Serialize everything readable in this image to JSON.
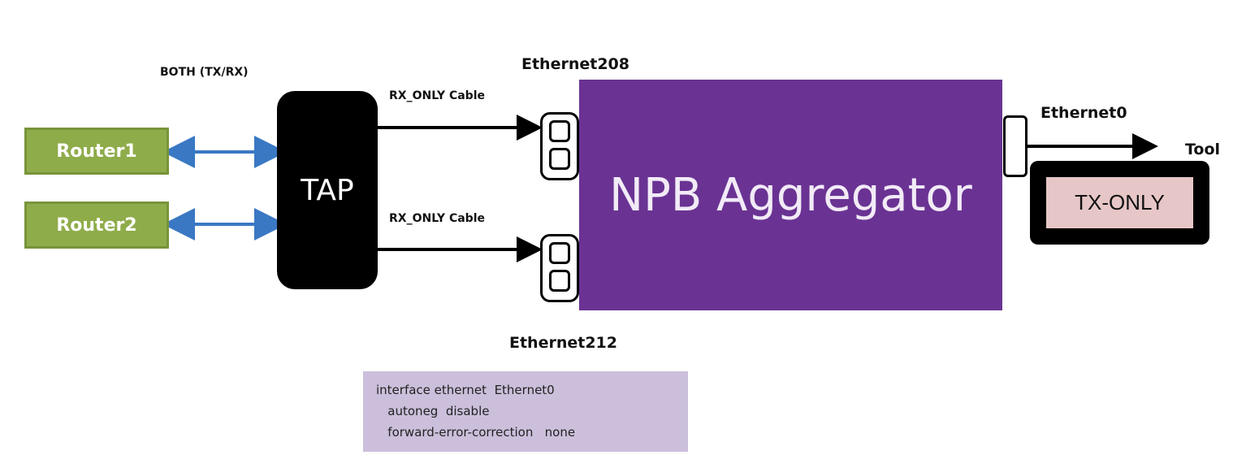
{
  "diagram": {
    "routers": [
      {
        "label": "Router1"
      },
      {
        "label": "Router2"
      }
    ],
    "tap_label": "TAP",
    "npb_label": "NPB Aggregator",
    "labels": {
      "both": "BOTH (TX/RX)",
      "cable_top": "RX_ONLY Cable",
      "cable_bottom": "RX_ONLY Cable",
      "eth208": "Ethernet208",
      "eth212": "Ethernet212",
      "eth0": "Ethernet0",
      "tool": "Tool",
      "tx_only": "TX-ONLY"
    },
    "config_lines": [
      "interface ethernet  Ethernet0",
      "   autoneg  disable",
      "   forward-error-correction   none"
    ],
    "colors": {
      "router_fill": "#8fac4a",
      "npb_fill": "#6a3393",
      "bidir_arrow": "#3a78c4",
      "config_bg": "#cbbfdb",
      "tx_only_bg": "#e6c6c6"
    }
  }
}
